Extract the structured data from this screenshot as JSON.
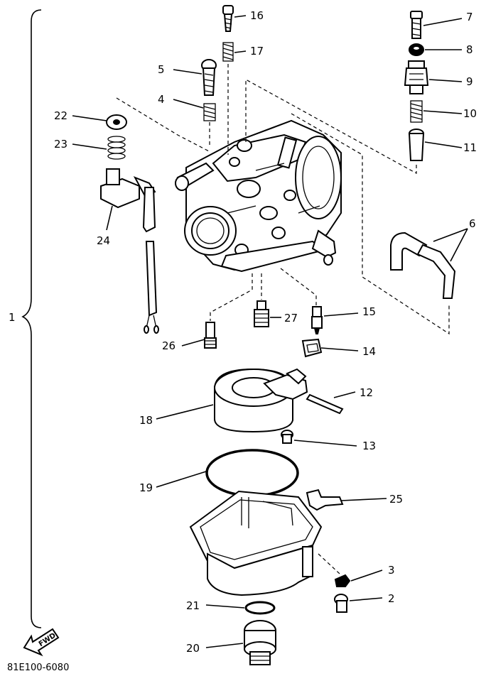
{
  "diagram": {
    "callouts": [
      {
        "id": "1",
        "text": "1"
      },
      {
        "id": "2",
        "text": "2"
      },
      {
        "id": "3",
        "text": "3"
      },
      {
        "id": "4",
        "text": "4"
      },
      {
        "id": "5",
        "text": "5"
      },
      {
        "id": "6",
        "text": "6"
      },
      {
        "id": "7",
        "text": "7"
      },
      {
        "id": "8",
        "text": "8"
      },
      {
        "id": "9",
        "text": "9"
      },
      {
        "id": "10",
        "text": "10"
      },
      {
        "id": "11",
        "text": "11"
      },
      {
        "id": "12",
        "text": "12"
      },
      {
        "id": "13",
        "text": "13"
      },
      {
        "id": "14",
        "text": "14"
      },
      {
        "id": "15",
        "text": "15"
      },
      {
        "id": "16",
        "text": "16"
      },
      {
        "id": "17",
        "text": "17"
      },
      {
        "id": "18",
        "text": "18"
      },
      {
        "id": "19",
        "text": "19"
      },
      {
        "id": "20",
        "text": "20"
      },
      {
        "id": "21",
        "text": "21"
      },
      {
        "id": "22",
        "text": "22"
      },
      {
        "id": "23",
        "text": "23"
      },
      {
        "id": "24",
        "text": "24"
      },
      {
        "id": "25",
        "text": "25"
      },
      {
        "id": "26",
        "text": "26"
      },
      {
        "id": "27",
        "text": "27"
      }
    ],
    "drawing_code": "81E100-6080",
    "fwd_label": "FWD"
  }
}
